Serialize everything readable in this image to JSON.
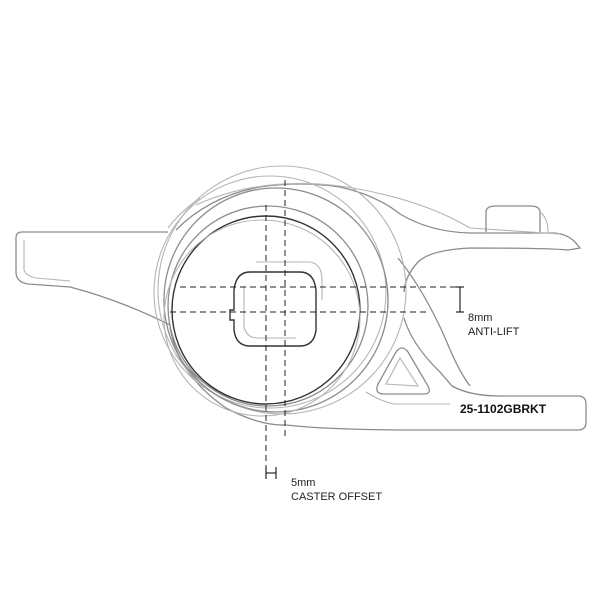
{
  "annotations": {
    "anti_lift_value": "8mm",
    "anti_lift_label": "ANTI-LIFT",
    "caster_value": "5mm",
    "caster_label": "CASTER OFFSET",
    "part_number": "25-1102GBRKT"
  },
  "colors": {
    "background": "#ffffff",
    "outline": "#8c8c8c",
    "centerline": "#222222",
    "text": "#222222"
  }
}
